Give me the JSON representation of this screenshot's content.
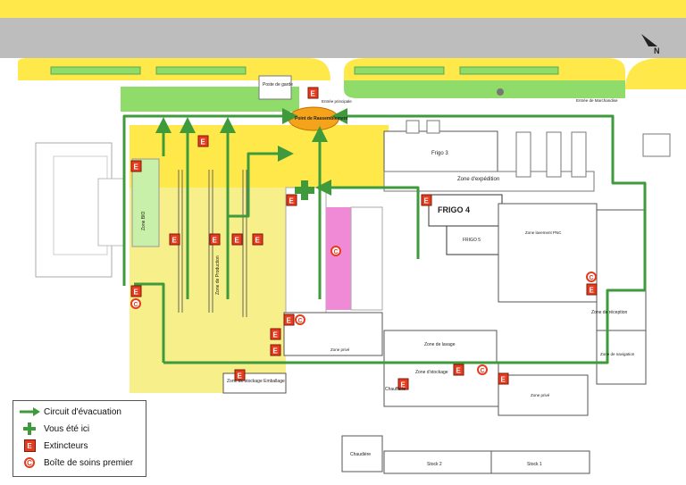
{
  "compass": {
    "symbol": "N"
  },
  "colors": {
    "road": "#bdbdbd",
    "yellow": "#ffe94a",
    "zone": "#f6ef8a",
    "green": "#3f9a3c",
    "grass": "#8fdc6a",
    "extinguisher": "#e53b1f"
  },
  "labels": {
    "poste_garde": "Poste de garde",
    "entree_principale": "Entrée principale",
    "entree_marchandise": "Entrée de Marchandise",
    "point_rassemblement": "Point de Rassemblement",
    "frigo3": "Frigo 3",
    "zone_expedition": "Zone d'expédition",
    "frigo4": "FRIGO 4",
    "frigo5": "FRIGO 5",
    "zone_bio": "Zone BIO",
    "zone_production": "Zone de Production",
    "zone_pnc": "Zone lavement PNC",
    "zone_reception": "Zone de réception",
    "zone_lavage": "Zone de lavage",
    "zone_privee": "Zone privé",
    "zone_stockage_emballage": "Zone de stockage Emballage",
    "zone_stockage": "Zone d'stockage",
    "zone_privee2": "Zone privé",
    "zone_navigation": "Zone de navigation",
    "chaufferie": "Chaufferie",
    "stock2": "Stock 2",
    "stock1": "Stock 1",
    "chaudiere": "Chaudière"
  },
  "legend": {
    "items": [
      {
        "icon": "green-arrow",
        "label": "Circuit d'évacuation"
      },
      {
        "icon": "green-cross",
        "label": "Vous été ici"
      },
      {
        "icon": "extinguisher",
        "label": "Extincteurs"
      },
      {
        "icon": "first-aid",
        "label": "Boîte de soins premier"
      }
    ]
  },
  "markers": {
    "extinguisher_letter": "E",
    "first_aid_letter": "C"
  }
}
